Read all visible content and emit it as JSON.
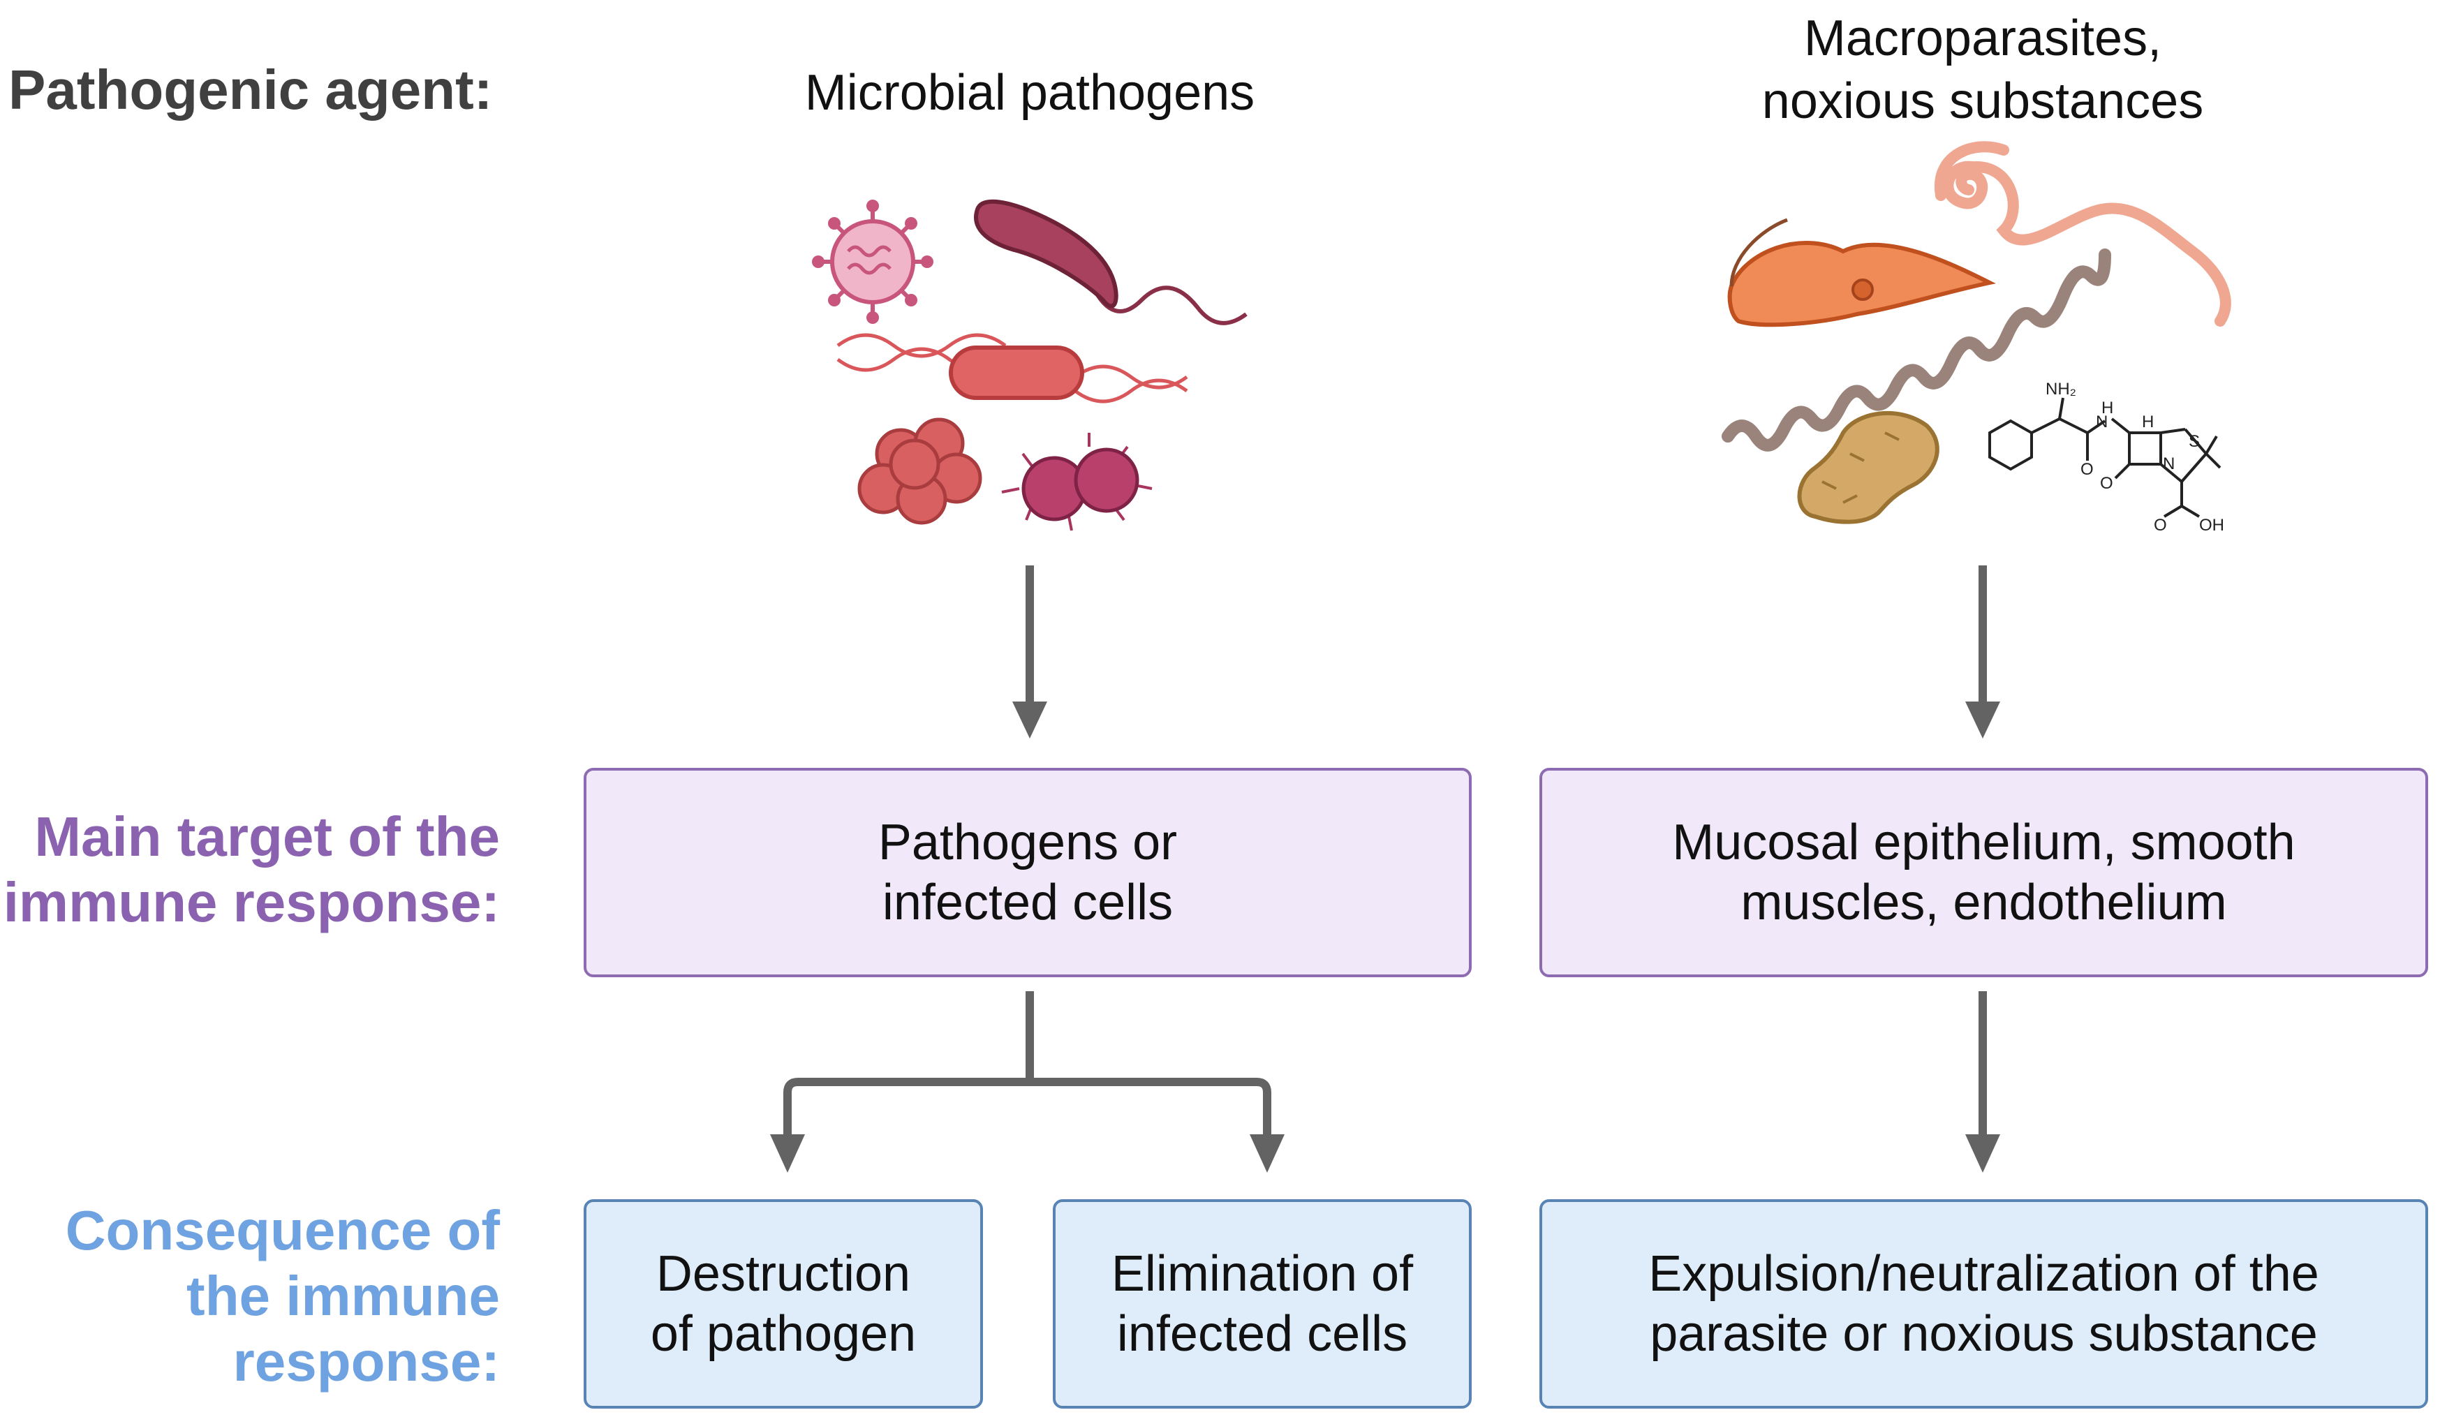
{
  "rows": {
    "agent_label": "Pathogenic agent:",
    "target_label": "Main target of the\nimmune response:",
    "consequence_label": "Consequence of\nthe immune\nresponse:"
  },
  "columns": {
    "left_heading": "Microbial pathogens",
    "right_heading": "Macroparasites,\nnoxious substances"
  },
  "targets": {
    "left": "Pathogens or\ninfected cells",
    "right": "Mucosal epithelium, smooth\nmuscles, endothelium"
  },
  "consequences": {
    "left_a": "Destruction\nof pathogen",
    "left_b": "Elimination of\ninfected cells",
    "right": "Expulsion/neutralization of the\nparasite or noxious substance"
  },
  "molecule_labels": {
    "amine": "NH₂",
    "amide_h": "H",
    "amide_n": "N",
    "ring_h": "H",
    "sulfur": "S",
    "ring_n": "N",
    "carbonyl_o1": "O",
    "carbonyl_o2": "O",
    "carboxyl_o": "O",
    "carboxyl_oh": "OH"
  },
  "colors": {
    "target_label": "#8a62b0",
    "consequence_label": "#6ea2e0",
    "target_box_fill": "#f1e9f9",
    "target_box_border": "#8d6bb2",
    "consequence_box_fill": "#deedf9",
    "consequence_box_border": "#5784b5",
    "arrow": "#636363"
  },
  "icons": [
    "virus-icon",
    "flagellated-bacterium-icon",
    "rod-bacterium-icon",
    "coccus-cluster-icon",
    "diplococcus-icon",
    "trypanosome-icon",
    "worm-icon",
    "spirochete-icon",
    "peanut-icon",
    "penicillin-molecule-icon"
  ]
}
